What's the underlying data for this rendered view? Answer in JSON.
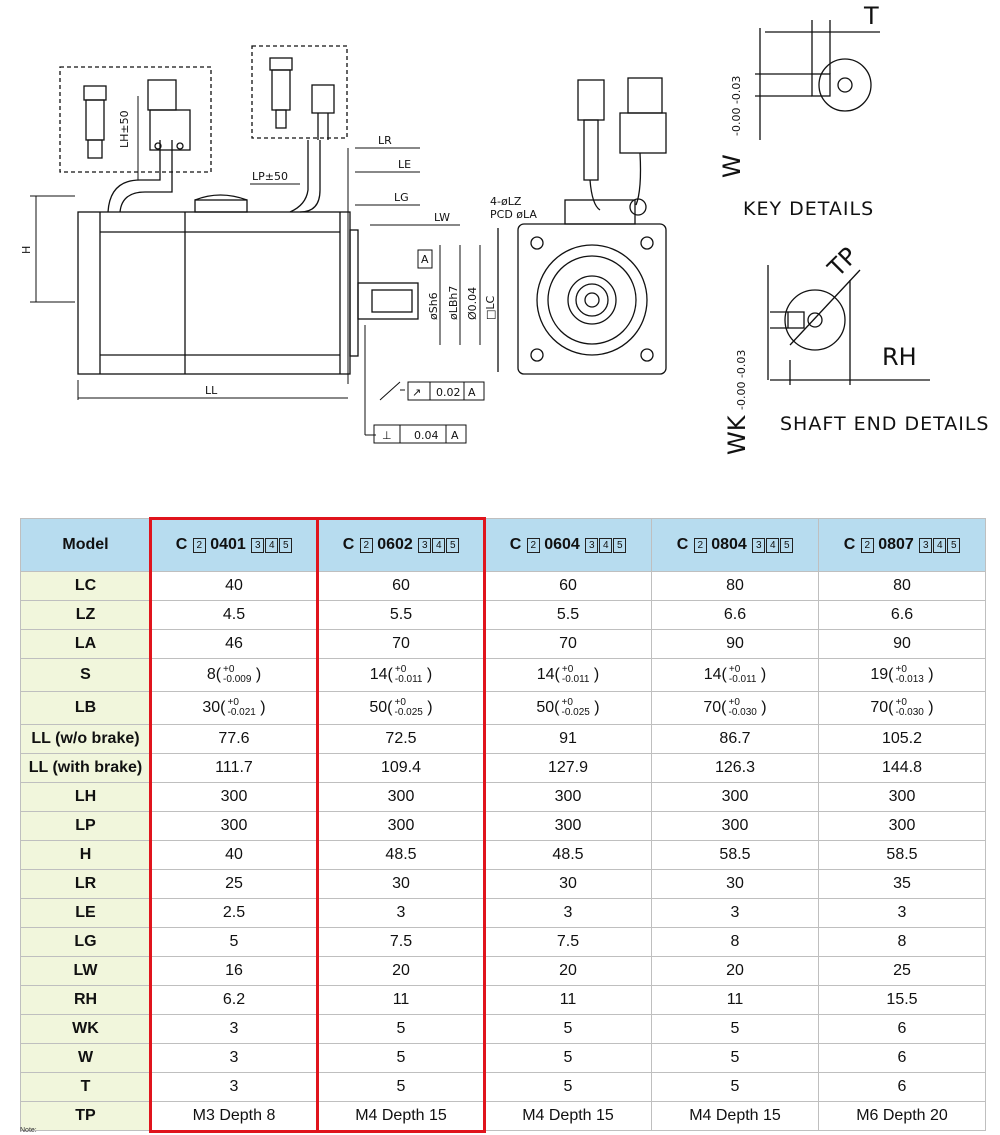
{
  "drawing": {
    "labels": {
      "lh": "LH±50",
      "lp": "LP±50",
      "lr": "LR",
      "le": "LE",
      "lg": "LG",
      "lw": "LW",
      "h": "H",
      "ll": "LL",
      "a": "A",
      "sh6": "øSh6",
      "lbh7": "øLBh7",
      "lc": "□LC",
      "runout_sym": "↗",
      "runout_val": "0.02",
      "perp_sym": "⊥",
      "perp_val": "0.04",
      "conc_val": "Ø0.04",
      "lz": "4-øLZ",
      "pcd": "PCD øLA",
      "t": "T",
      "w": "W",
      "w_tol": "-0.00 -0.03",
      "key_details": "KEY DETAILS",
      "tp": "TP",
      "rh": "RH",
      "wk": "WK",
      "wk_tol": "-0.00 -0.03",
      "shaft_details": "SHAFT END DETAILS"
    }
  },
  "table": {
    "header_label": "Model",
    "models": [
      {
        "prefix": "C",
        "box1": "2",
        "code": "0401",
        "suffix": [
          "3",
          "4",
          "5"
        ]
      },
      {
        "prefix": "C",
        "box1": "2",
        "code": "0602",
        "suffix": [
          "3",
          "4",
          "5"
        ]
      },
      {
        "prefix": "C",
        "box1": "2",
        "code": "0604",
        "suffix": [
          "3",
          "4",
          "5"
        ]
      },
      {
        "prefix": "C",
        "box1": "2",
        "code": "0804",
        "suffix": [
          "3",
          "4",
          "5"
        ]
      },
      {
        "prefix": "C",
        "box1": "2",
        "code": "0807",
        "suffix": [
          "3",
          "4",
          "5"
        ]
      }
    ],
    "rows": [
      {
        "label": "LC",
        "values": [
          "40",
          "60",
          "60",
          "80",
          "80"
        ]
      },
      {
        "label": "LZ",
        "values": [
          "4.5",
          "5.5",
          "5.5",
          "6.6",
          "6.6"
        ]
      },
      {
        "label": "LA",
        "values": [
          "46",
          "70",
          "70",
          "90",
          "90"
        ]
      },
      {
        "label": "S",
        "tall": true,
        "values": [
          {
            "main": "8",
            "up": "+0",
            "low": "-0.009"
          },
          {
            "main": "14",
            "up": "+0",
            "low": "-0.011"
          },
          {
            "main": "14",
            "up": "+0",
            "low": "-0.011"
          },
          {
            "main": "14",
            "up": "+0",
            "low": "-0.011"
          },
          {
            "main": "19",
            "up": "+0",
            "low": "-0.013"
          }
        ]
      },
      {
        "label": "LB",
        "tall": true,
        "values": [
          {
            "main": "30",
            "up": "+0",
            "low": "-0.021"
          },
          {
            "main": "50",
            "up": "+0",
            "low": "-0.025"
          },
          {
            "main": "50",
            "up": "+0",
            "low": "-0.025"
          },
          {
            "main": "70",
            "up": "+0",
            "low": "-0.030"
          },
          {
            "main": "70",
            "up": "+0",
            "low": "-0.030"
          }
        ]
      },
      {
        "label": "LL (w/o brake)",
        "values": [
          "77.6",
          "72.5",
          "91",
          "86.7",
          "105.2"
        ]
      },
      {
        "label": "LL (with brake)",
        "values": [
          "111.7",
          "109.4",
          "127.9",
          "126.3",
          "144.8"
        ]
      },
      {
        "label": "LH",
        "values": [
          "300",
          "300",
          "300",
          "300",
          "300"
        ]
      },
      {
        "label": "LP",
        "values": [
          "300",
          "300",
          "300",
          "300",
          "300"
        ]
      },
      {
        "label": "H",
        "values": [
          "40",
          "48.5",
          "48.5",
          "58.5",
          "58.5"
        ]
      },
      {
        "label": "LR",
        "values": [
          "25",
          "30",
          "30",
          "30",
          "35"
        ]
      },
      {
        "label": "LE",
        "values": [
          "2.5",
          "3",
          "3",
          "3",
          "3"
        ]
      },
      {
        "label": "LG",
        "values": [
          "5",
          "7.5",
          "7.5",
          "8",
          "8"
        ]
      },
      {
        "label": "LW",
        "values": [
          "16",
          "20",
          "20",
          "20",
          "25"
        ]
      },
      {
        "label": "RH",
        "values": [
          "6.2",
          "11",
          "11",
          "11",
          "15.5"
        ]
      },
      {
        "label": "WK",
        "values": [
          "3",
          "5",
          "5",
          "5",
          "6"
        ]
      },
      {
        "label": "W",
        "values": [
          "3",
          "5",
          "5",
          "5",
          "6"
        ]
      },
      {
        "label": "T",
        "values": [
          "3",
          "5",
          "5",
          "5",
          "6"
        ]
      },
      {
        "label": "TP",
        "values": [
          "M3 Depth 8",
          "M4 Depth 15",
          "M4 Depth 15",
          "M4 Depth 15",
          "M6 Depth 20"
        ]
      }
    ],
    "highlighted_columns": [
      0,
      1
    ],
    "highlight_color": "#e0141c",
    "header_color": "#b7dcef",
    "label_color": "#f1f6dc"
  },
  "note": "Note:"
}
